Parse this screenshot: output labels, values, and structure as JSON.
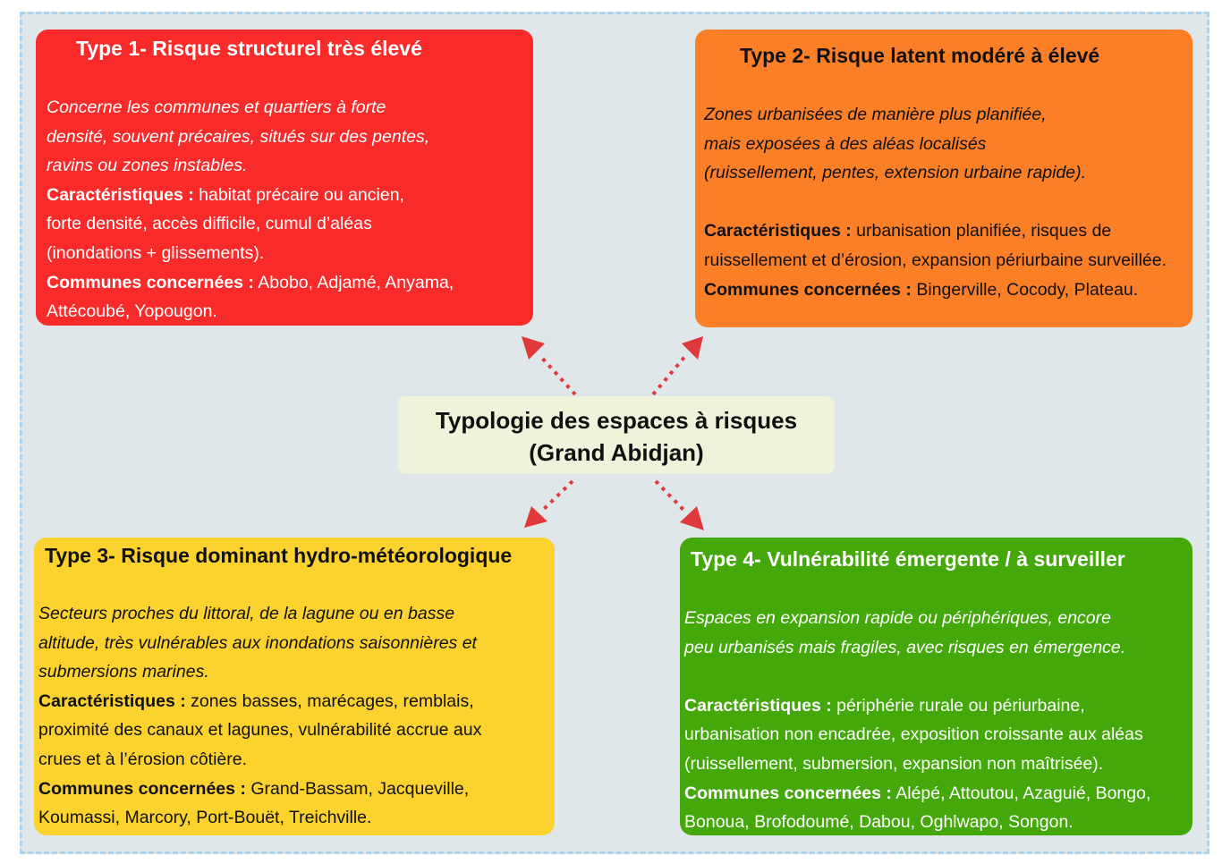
{
  "center": {
    "line1": "Typologie des espaces à risques",
    "line2": "(Grand Abidjan)"
  },
  "colors": {
    "type1": "#f82a2a",
    "type2": "#fb7f27",
    "type3": "#fbd22e",
    "type4": "#44a80a",
    "arrow": "#e0393b"
  },
  "boxes": [
    {
      "title": "Type 1- Risque structurel très élevé",
      "lines": [
        {
          "i": "Concerne les communes et quartiers à forte"
        },
        {
          "i": "densité, souvent précaires, situés sur des pentes,"
        },
        {
          "i": "ravins ou zones instables."
        },
        {
          "b": "Caractéristiques :",
          "t": " habitat précaire ou ancien,"
        },
        {
          "t": "forte densité, accès difficile, cumul d’aléas"
        },
        {
          "t": "(inondations + glissements)."
        },
        {
          "b": "Communes concernées :",
          "t": " Abobo, Adjamé, Anyama,"
        },
        {
          "t": "Attécoubé, Yopougon."
        }
      ]
    },
    {
      "title": "Type 2- Risque latent modéré à élevé",
      "lines": [
        {
          "i": "Zones urbanisées de manière plus planifiée,"
        },
        {
          "i": "mais exposées à des aléas localisés"
        },
        {
          "i": "(ruissellement, pentes, extension urbaine rapide)."
        },
        {
          "t": ""
        },
        {
          "b": "Caractéristiques :",
          "t": " urbanisation planifiée, risques de"
        },
        {
          "t": "ruissellement et d’érosion, expansion périurbaine surveillée."
        },
        {
          "b": "Communes concernées :",
          "t": " Bingerville, Cocody, Plateau."
        }
      ]
    },
    {
      "title": "Type 3- Risque dominant hydro-météorologique",
      "lines": [
        {
          "i": "Secteurs proches du littoral, de la lagune ou en basse"
        },
        {
          "i": "altitude, très vulnérables aux inondations saisonnières et"
        },
        {
          "i": "submersions marines."
        },
        {
          "b": "Caractéristiques :",
          "t": " zones basses, marécages, remblais,"
        },
        {
          "t": "proximité des canaux et lagunes, vulnérabilité accrue aux"
        },
        {
          "t": "crues et à l’érosion côtière."
        },
        {
          "b": "Communes concernées :",
          "t": " Grand-Bassam, Jacqueville,"
        },
        {
          "t": "Koumassi, Marcory, Port-Bouët, Treichville."
        }
      ]
    },
    {
      "title": "Type 4- Vulnérabilité émergente / à surveiller",
      "lines": [
        {
          "i": "Espaces en expansion rapide ou périphériques, encore"
        },
        {
          "i": " peu urbanisés mais fragiles, avec risques en émergence."
        },
        {
          "t": ""
        },
        {
          "b": "Caractéristiques :",
          "t": " périphérie rurale ou périurbaine,"
        },
        {
          "t": "urbanisation non encadrée, exposition croissante aux aléas"
        },
        {
          "t": "(ruissellement, submersion, expansion non maîtrisée)."
        },
        {
          "b": "Communes concernées :",
          "t": " Alépé, Attoutou, Azaguié, Bongo,"
        },
        {
          "t": "Bonoua, Brofodoumé, Dabou, Oghlwapo, Songon."
        }
      ]
    }
  ]
}
